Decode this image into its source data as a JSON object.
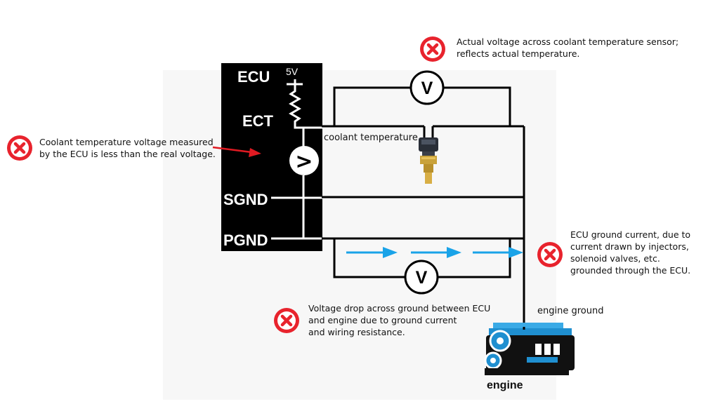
{
  "ecu": {
    "title": "ECU",
    "supply": "5V",
    "pins": {
      "ect": "ECT",
      "sgnd": "SGND",
      "pgnd": "PGND"
    },
    "meter_symbol": ">"
  },
  "meters": {
    "symbol": "V"
  },
  "labels": {
    "coolant_temperature": "coolant temperature",
    "engine_ground": "engine ground",
    "engine": "engine"
  },
  "notes": {
    "actual_voltage": [
      "Actual voltage across coolant temperature sensor;",
      "reflects actual temperature."
    ],
    "ecu_measured": [
      "Coolant temperature voltage measured",
      "by the ECU is less than the real voltage."
    ],
    "ground_current": [
      "ECU ground current, due to",
      "current drawn by injectors,",
      "solenoid valves, etc.",
      "grounded through the ECU."
    ],
    "voltage_drop": [
      "Voltage drop across ground between ECU",
      "and engine due to ground current",
      "and wiring resistance."
    ]
  },
  "colors": {
    "error_badge": "#e8232d",
    "current_arrow": "#1aa3e8",
    "pointer_arrow": "#e01a22",
    "ecu_box": "#000000"
  },
  "icons": [
    "error-x-icon",
    "voltmeter-icon",
    "resistor-icon",
    "sensor-icon",
    "engine-icon"
  ]
}
